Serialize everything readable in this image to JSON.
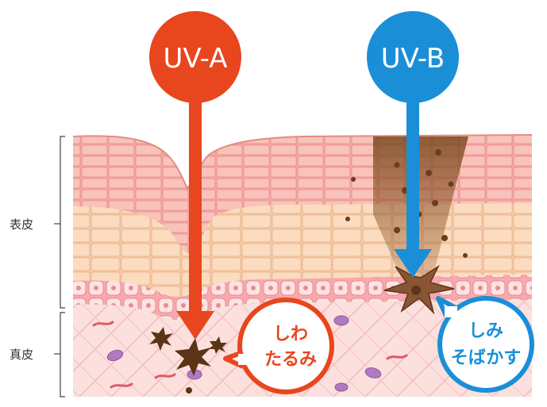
{
  "labels": {
    "epidermis": "表皮",
    "dermis": "真皮"
  },
  "uva": {
    "label": "UV-A",
    "color": "#e8461e"
  },
  "uvb": {
    "label": "UV-B",
    "color": "#1a8fd8"
  },
  "bubble_left": {
    "line1": "しわ",
    "line2": "たるみ",
    "color": "#e8461e"
  },
  "bubble_right": {
    "line1": "しみ",
    "line2": "そばかす",
    "color": "#1a8fd8"
  }
}
